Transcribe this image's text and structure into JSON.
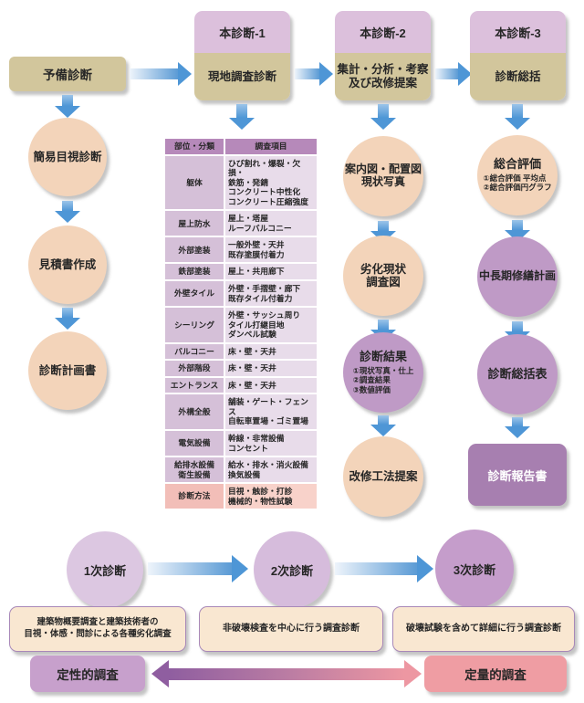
{
  "top_flow": {
    "preliminary_label": "予備診断",
    "stages": [
      {
        "header": "本診断-1",
        "body": "現地調査診断"
      },
      {
        "header": "本診断-2",
        "body": "集計・分析・考察\n及び改修提案"
      },
      {
        "header": "本診断-3",
        "body": "診断総括"
      }
    ]
  },
  "left_steps": [
    {
      "label": "簡易目視診断"
    },
    {
      "label": "見積書作成"
    },
    {
      "label": "診断計画書"
    }
  ],
  "survey_table": {
    "headers": [
      "部位・分類",
      "調査項目"
    ],
    "rows": [
      {
        "category": "躯体",
        "items": "ひび割れ・爆裂・欠損・\n鉄筋・発錆\nコンクリート中性化\nコンクリート圧縮強度"
      },
      {
        "category": "屋上防水",
        "items": "屋上・塔屋\nルーフバルコニー"
      },
      {
        "category": "外部塗装",
        "items": "一般外壁・天井\n既存塗膜付着力"
      },
      {
        "category": "鉄部塗装",
        "items": "屋上・共用廊下"
      },
      {
        "category": "外壁タイル",
        "items": "外壁・手摺壁・廊下\n既存タイル付着力"
      },
      {
        "category": "シーリング",
        "items": "外壁・サッシュ周り\nタイル打継目地\nダンベル試験"
      },
      {
        "category": "バルコニー",
        "items": "床・壁・天井"
      },
      {
        "category": "外部階段",
        "items": "床・壁・天井"
      },
      {
        "category": "エントランス",
        "items": "床・壁・天井"
      },
      {
        "category": "外構全般",
        "items": "舗装・ゲート・フェンス\n自転車置場・ゴミ置場"
      },
      {
        "category": "電気設備",
        "items": "幹線・非常設備\nコンセント"
      },
      {
        "category": "給排水設備\n衛生設備",
        "items": "給水・排水・消火設備\n換気設備"
      },
      {
        "category": "診断方法",
        "items": "目視・触診・打診\n機械的・物性試験"
      }
    ]
  },
  "analysis_steps": [
    {
      "title": "案内図・配置図\n現状写真"
    },
    {
      "title": "劣化現状\n調査図"
    },
    {
      "title": "診断結果",
      "detail": "①現状写真・仕上\n②調査結果\n③数値評価"
    },
    {
      "title": "改修工法提案"
    }
  ],
  "summary_steps": [
    {
      "title": "総合評価",
      "detail": "①総合評価 平均点\n②総合評価円グラフ"
    },
    {
      "title": "中長期修繕計画"
    },
    {
      "title": "診断総括表"
    },
    {
      "title": "診断報告書"
    }
  ],
  "bottom_flow": {
    "levels": [
      {
        "label": "1次診断",
        "description": "建築物概要調査と建築技術者の\n目視・体感・問診による各種劣化調査"
      },
      {
        "label": "2次診断",
        "description": "非破壊検査を中心に行う調査診断"
      },
      {
        "label": "3次診断",
        "description": "破壊試験を含めて詳細に行う調査診断"
      }
    ],
    "qualitative_label": "定性的調査",
    "quantitative_label": "定量的調査"
  },
  "colors": {
    "arrow_blue": "#4e96d6",
    "stage_header_purple": "#dcc0dc",
    "stage_body_tan": "#d2c69c",
    "circle_peach": "#f3d4ba",
    "circle_purple": "#bf9ac6",
    "report_box_purple": "#a77fb0",
    "table_header_purple": "#b689ba",
    "table_category_bg": "#d5c0d8",
    "table_items_bg": "#e8dcea",
    "method_row_pink": "#f8d2ca",
    "qualitative_purple": "#c7a0cc",
    "quantitative_pink": "#ef9da3"
  }
}
